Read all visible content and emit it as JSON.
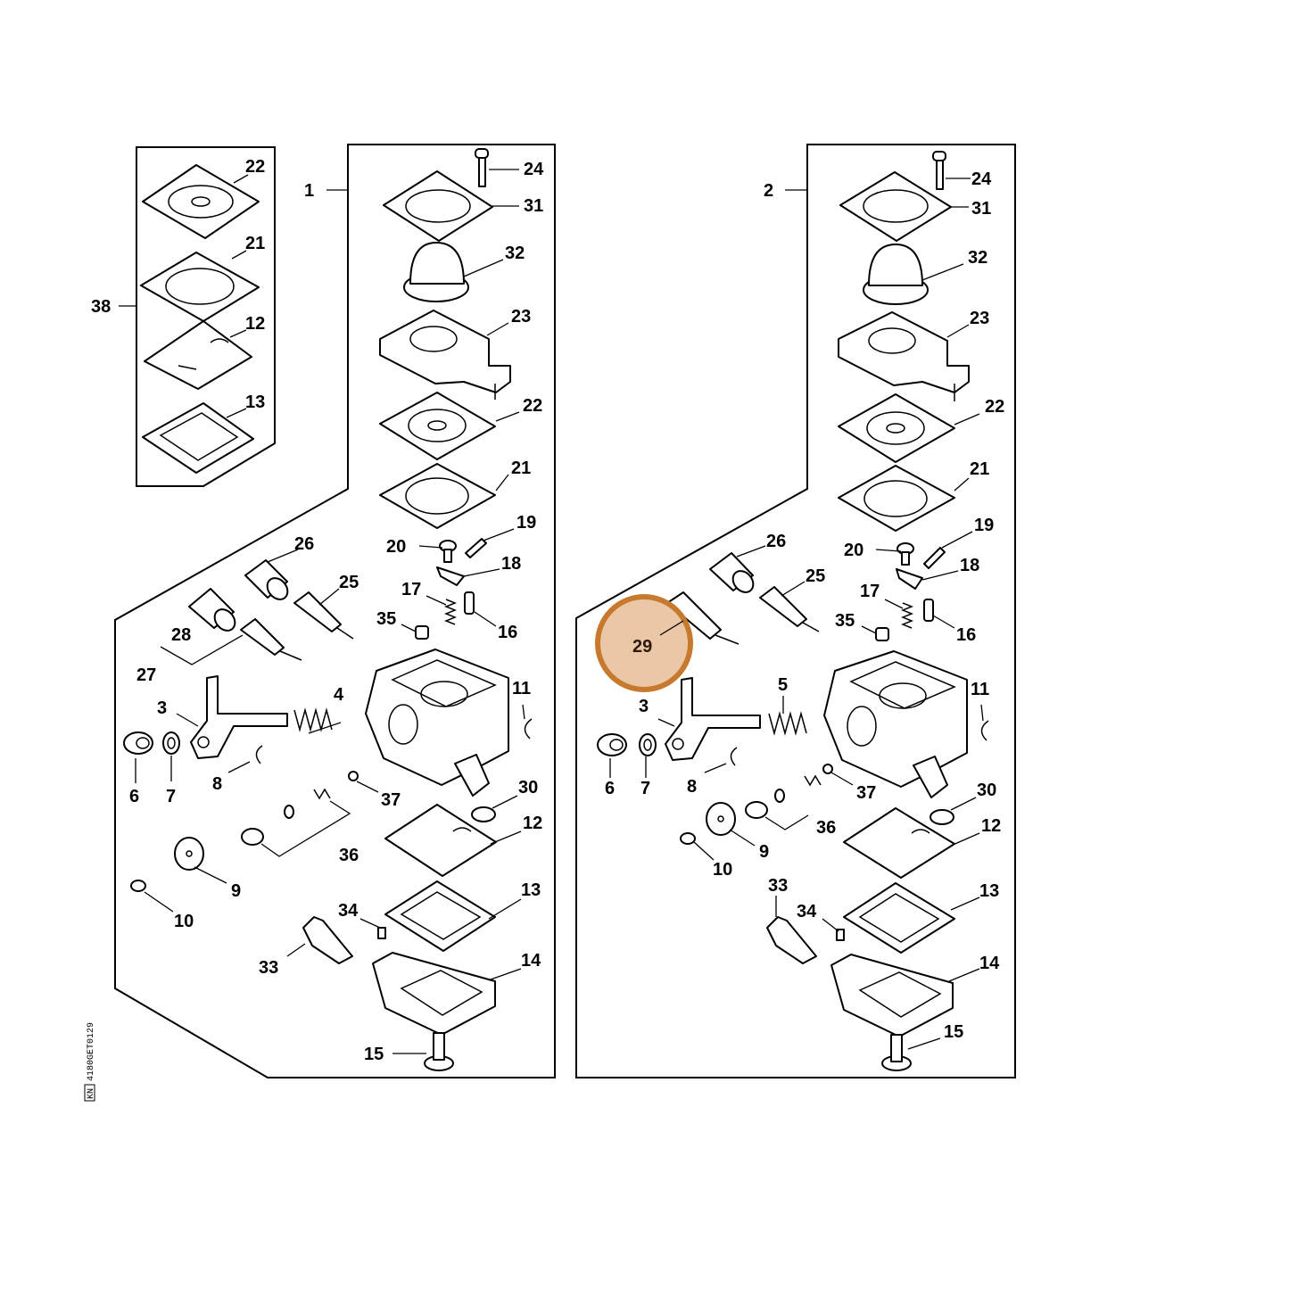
{
  "diagram": {
    "left_panel_labels": {
      "assembly": "1",
      "kit": "38",
      "kit_22": "22",
      "kit_21": "21",
      "kit_12": "12",
      "kit_13": "13",
      "p24": "24",
      "p31": "31",
      "p32": "32",
      "p23": "23",
      "p22": "22",
      "p21": "21",
      "p19": "19",
      "p20": "20",
      "p18": "18",
      "p26": "26",
      "p25": "25",
      "p17": "17",
      "p16": "16",
      "p35": "35",
      "p28": "28",
      "p27": "27",
      "p3": "3",
      "p4": "4",
      "p11": "11",
      "p6": "6",
      "p7": "7",
      "p8": "8",
      "p37": "37",
      "p30": "30",
      "p12": "12",
      "p36": "36",
      "p9": "9",
      "p10": "10",
      "p13": "13",
      "p34": "34",
      "p33": "33",
      "p14": "14",
      "p15": "15"
    },
    "right_panel_labels": {
      "assembly": "2",
      "p24": "24",
      "p31": "31",
      "p32": "32",
      "p23": "23",
      "p22": "22",
      "p21": "21",
      "p19": "19",
      "p20": "20",
      "p18": "18",
      "p26": "26",
      "p25": "25",
      "p17": "17",
      "p16": "16",
      "p35": "35",
      "p29": "29",
      "p3": "3",
      "p5": "5",
      "p11": "11",
      "p6": "6",
      "p7": "7",
      "p8": "8",
      "p37": "37",
      "p30": "30",
      "p36": "36",
      "p12": "12",
      "p9": "9",
      "p10": "10",
      "p33": "33",
      "p34": "34",
      "p13": "13",
      "p14": "14",
      "p15": "15"
    },
    "highlight": {
      "label": "29",
      "color": "#c77a2e"
    },
    "drawing_code": "4180GET0129",
    "drawing_code_box": "KN"
  }
}
